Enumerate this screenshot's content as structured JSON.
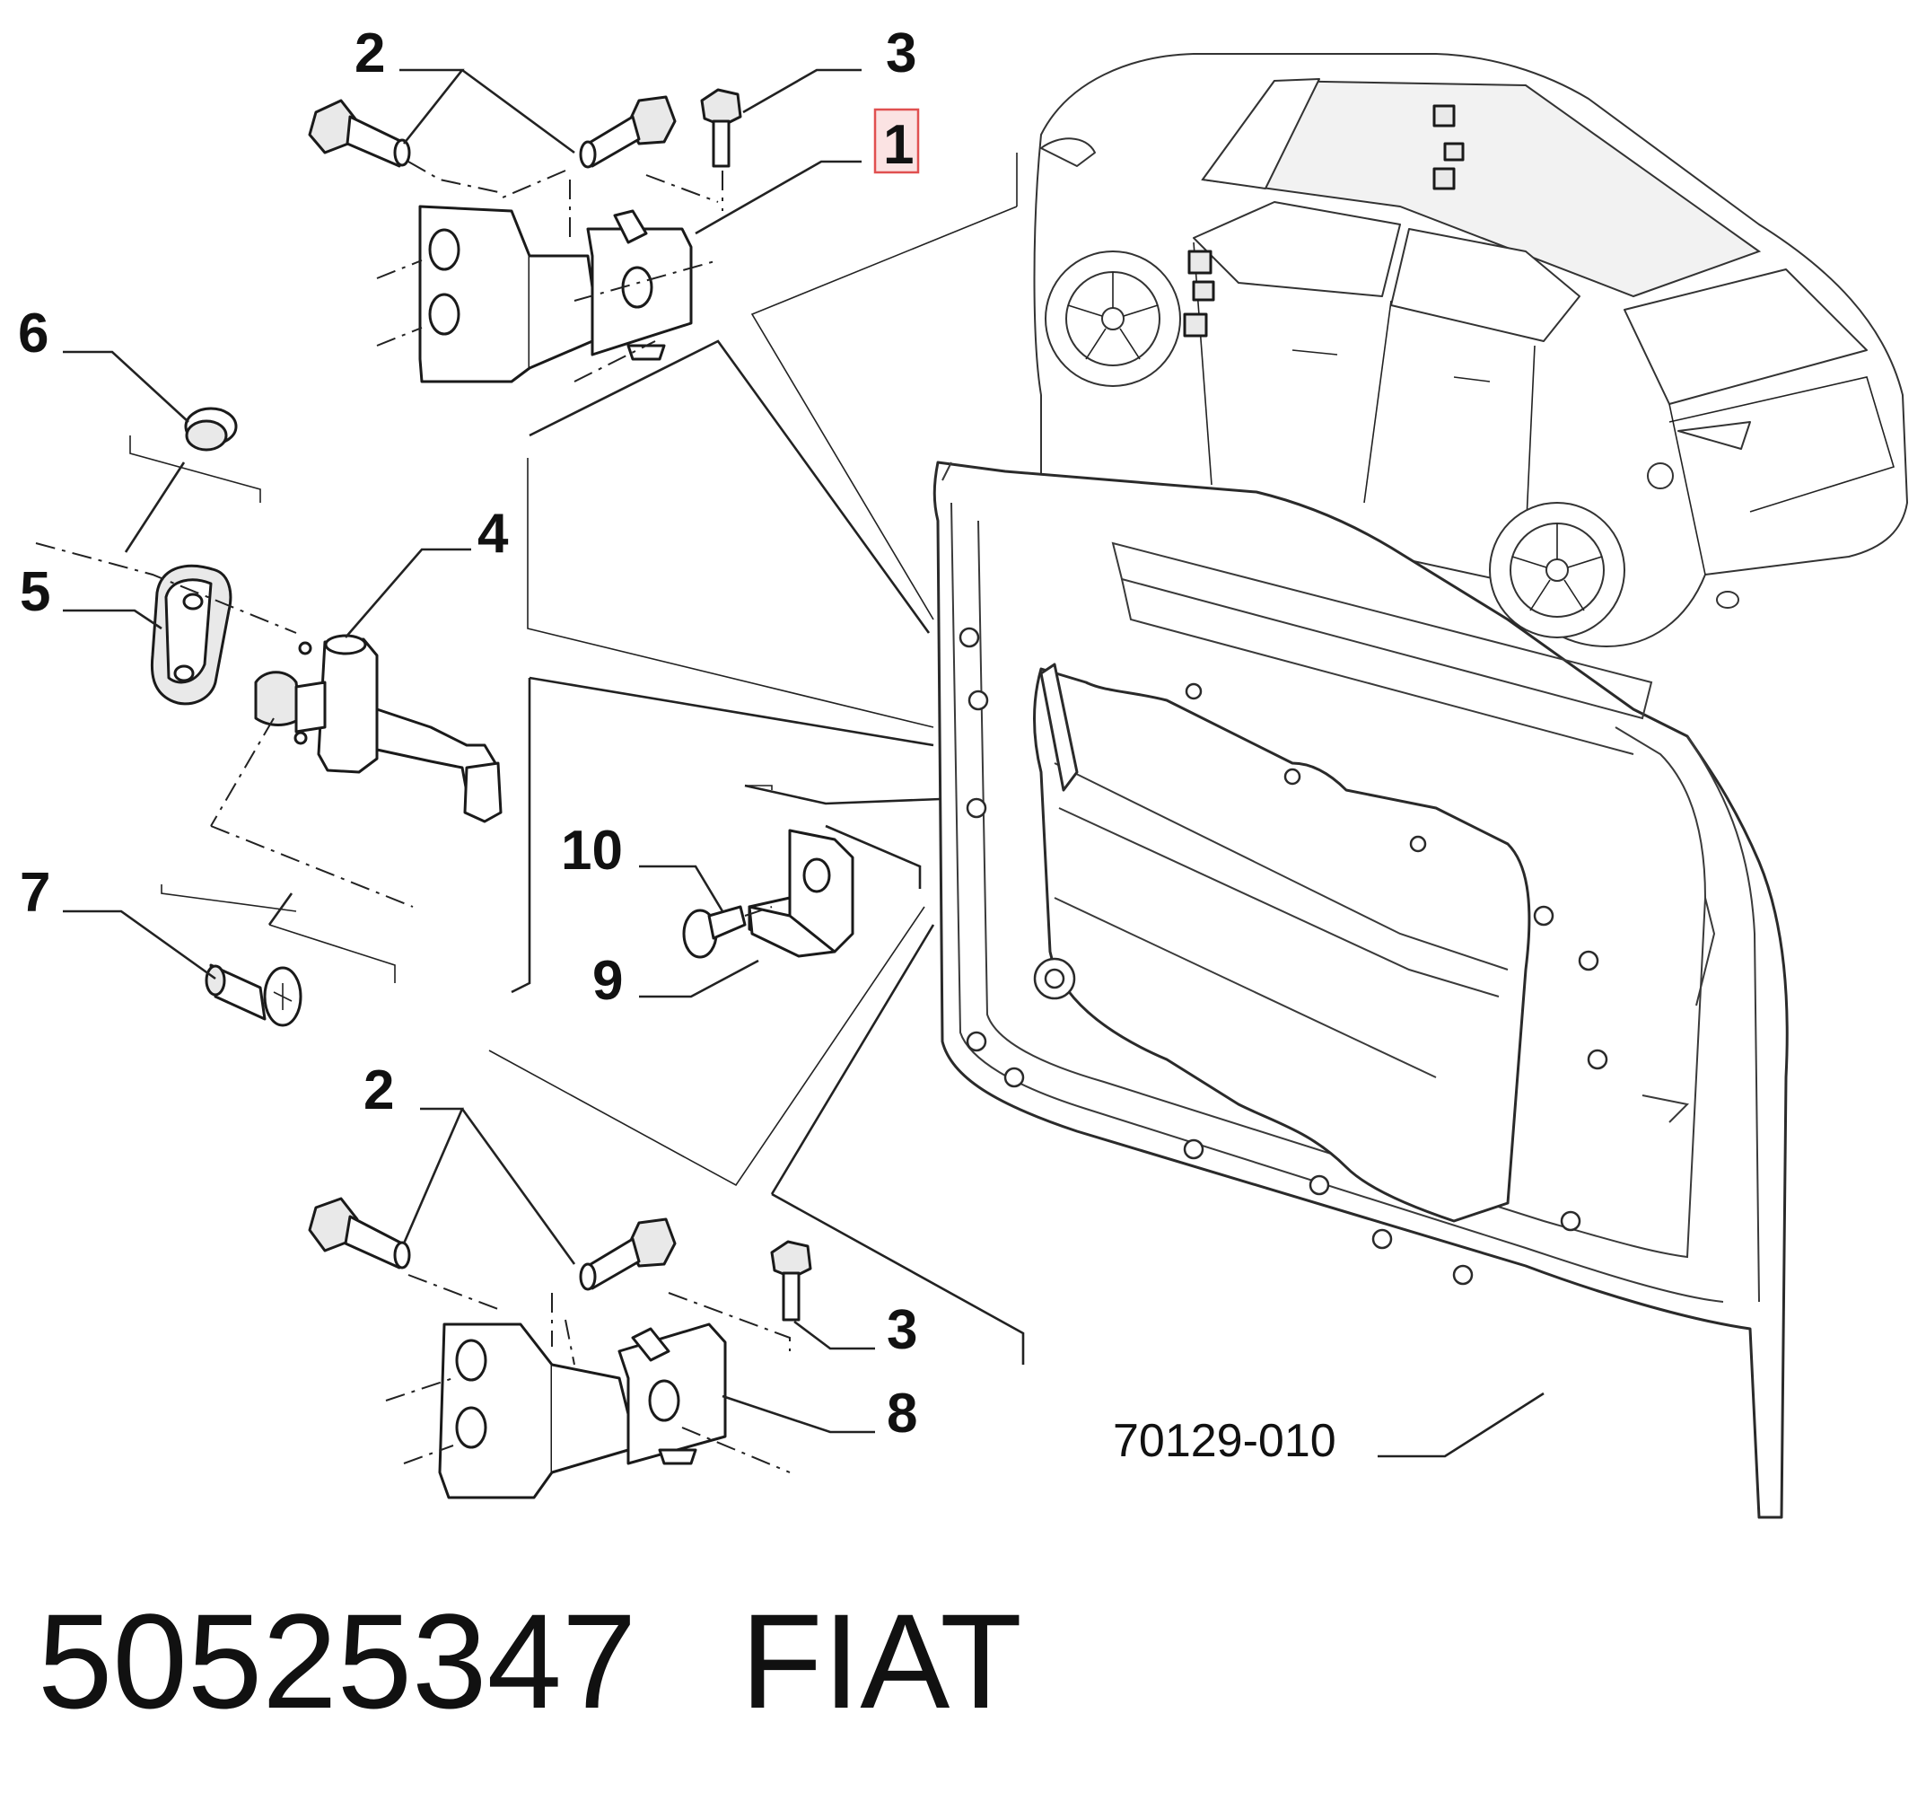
{
  "diagram": {
    "callouts": [
      {
        "id": "c2-top",
        "text": "2"
      },
      {
        "id": "c3-top",
        "text": "3"
      },
      {
        "id": "c1",
        "text": "1",
        "highlight": "#e05050"
      },
      {
        "id": "c6",
        "text": "6"
      },
      {
        "id": "c4",
        "text": "4"
      },
      {
        "id": "c5",
        "text": "5"
      },
      {
        "id": "c10",
        "text": "10"
      },
      {
        "id": "c9",
        "text": "9"
      },
      {
        "id": "c7",
        "text": "7"
      },
      {
        "id": "c2-bot",
        "text": "2"
      },
      {
        "id": "c3-bot",
        "text": "3"
      },
      {
        "id": "c8",
        "text": "8"
      }
    ],
    "diagram_code": "70129-010",
    "parts": [
      "upper-hinge",
      "hinge-bolt",
      "hinge-screw",
      "door-check-strap",
      "check-strap-gasket",
      "plug",
      "check-screw",
      "striker-plate",
      "striker-screw",
      "lower-hinge",
      "front-door-frame",
      "car-body"
    ]
  },
  "footer": {
    "part_number": "50525347",
    "brand": "FIAT"
  }
}
